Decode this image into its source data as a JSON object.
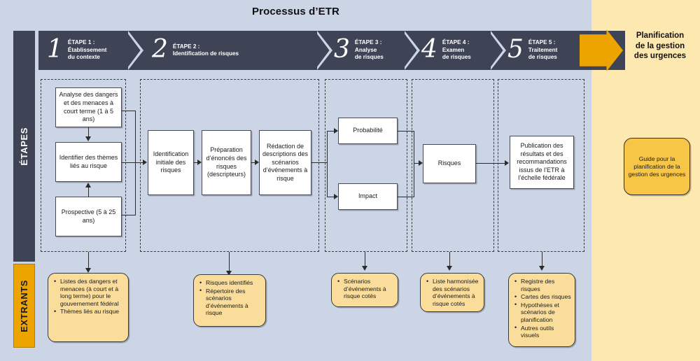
{
  "title": "Processus d’ETR",
  "right_panel": {
    "title": "Planification\nde la gestion\ndes urgences",
    "title_lines": [
      "Planification",
      "de la gestion",
      "des urgences"
    ],
    "guide_box": "Guide pour la planification de la gestion des urgences"
  },
  "colors": {
    "background": "#ccd5e6",
    "right_panel": "#fde8b0",
    "banner_dark": "#3e4455",
    "accent_yellow": "#eda400",
    "output_box": "#fbdd9b",
    "guide_box": "#f7c646",
    "process_box": "#ffffff",
    "text": "#1b1b1b"
  },
  "side_labels": {
    "etapes": "ÉTAPES",
    "extrants": "EXTRANTS"
  },
  "steps": [
    {
      "number": "1",
      "kicker": "ÉTAPE 1 :",
      "label": "Établissement\ndu contexte",
      "label_lines": [
        "Établissement",
        "du contexte"
      ]
    },
    {
      "number": "2",
      "kicker": "ÉTAPE 2 :",
      "label": "Identification de risques",
      "label_lines": [
        "Identification de risques"
      ]
    },
    {
      "number": "3",
      "kicker": "ÉTAPE 3 :",
      "label": "Analyse\nde risques",
      "label_lines": [
        "Analyse",
        "de risques"
      ]
    },
    {
      "number": "4",
      "kicker": "ÉTAPE 4 :",
      "label": "Examen\nde risques",
      "label_lines": [
        "Examen",
        "de risques"
      ]
    },
    {
      "number": "5",
      "kicker": "ÉTAPE 5 :",
      "label": "Traitement\nde risques",
      "label_lines": [
        "Traitement",
        "de risques"
      ]
    }
  ],
  "process_boxes": {
    "analyse_dangers": "Analyse des dangers et des menaces à court terme (1 à 5 ans)",
    "identifier_themes": "Identifier des thèmes liés au risque",
    "prospective": "Prospective (5 à 25 ans)",
    "identification_initiale": "Identification initiale des risques",
    "preparation_enonces": "Préparation d’énoncés des risques (descripteurs)",
    "redaction_descriptions": "Rédaction de descriptions des scénarios d’événements à risque",
    "probabilite": "Probabilité",
    "impact": "Impact",
    "risques": "Risques",
    "publication": "Publication des résultats et des recommandations issus de l’ETR à l’échelle fédérale"
  },
  "outputs": [
    {
      "id": "out-1",
      "items": [
        "Listes des dangers et menaces (à court et à long terme) pour le gouvernement fédéral",
        "Thèmes liés au risque"
      ]
    },
    {
      "id": "out-2",
      "items": [
        "Risques identifiés",
        "Répertoire des scénarios d’événements à risque"
      ]
    },
    {
      "id": "out-3",
      "items": [
        "Scénarios d’événements à risque cotés"
      ]
    },
    {
      "id": "out-4",
      "items": [
        "Liste harmonisée des scénarios d’événements à risque cotés"
      ]
    },
    {
      "id": "out-5",
      "items": [
        "Registre des risques",
        "Cartes des risques",
        "Hypothèses et scénarios de planification",
        "Autres outils visuels"
      ]
    }
  ]
}
